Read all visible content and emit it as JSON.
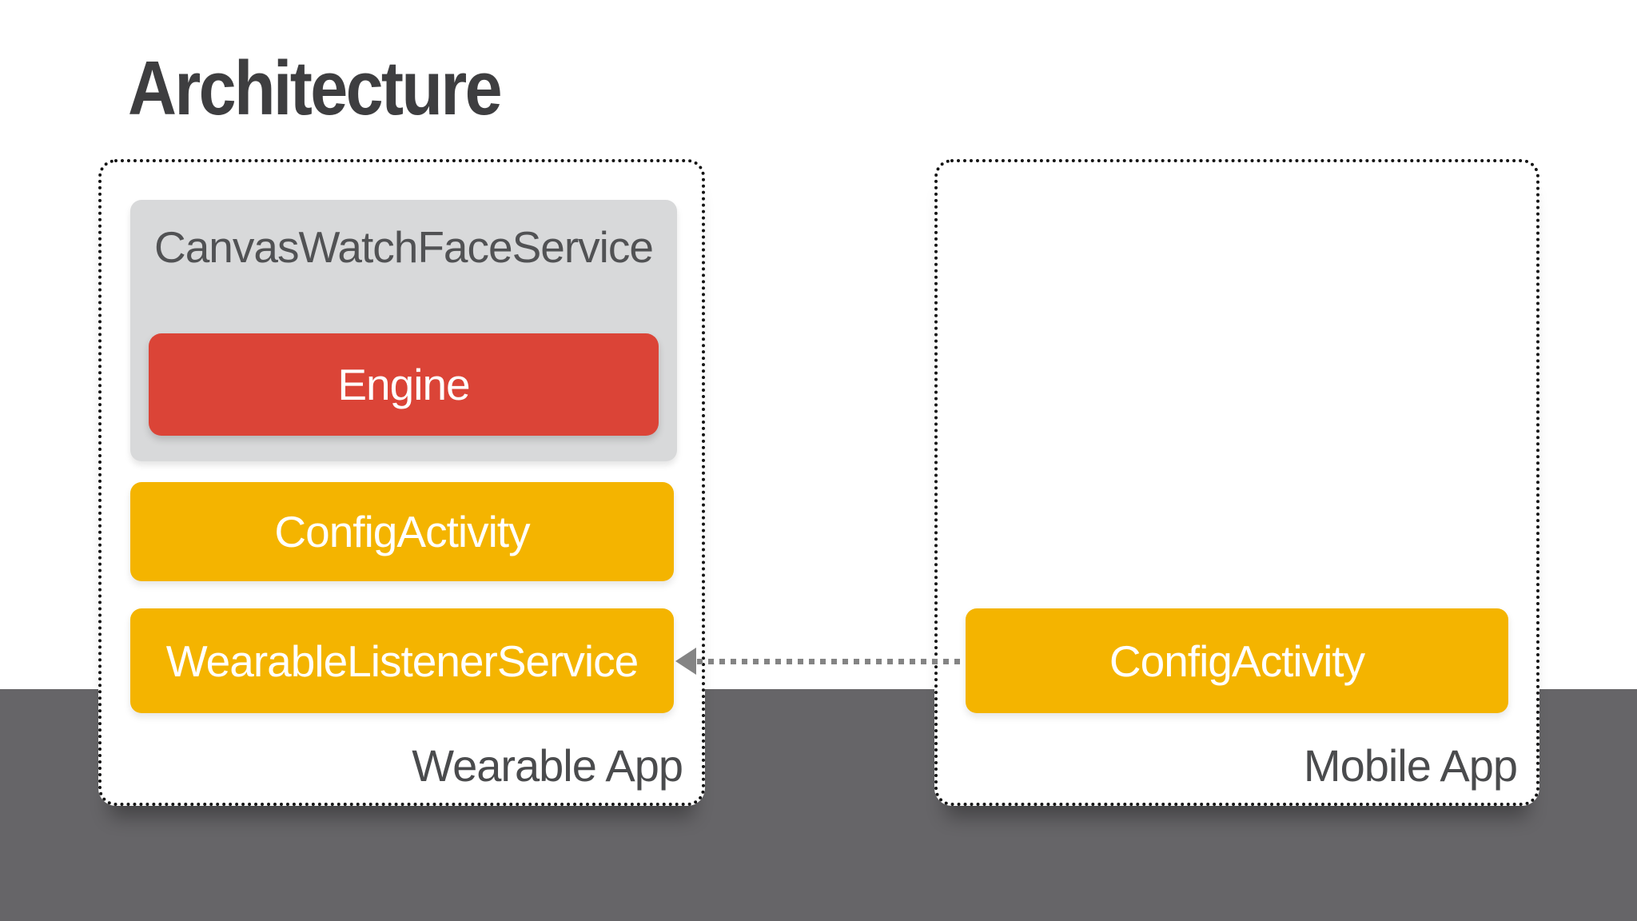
{
  "title": "Architecture",
  "wearable": {
    "app_label": "Wearable App",
    "service_label": "CanvasWatchFaceService",
    "engine_label": "Engine",
    "config_label": "ConfigActivity",
    "listener_label": "WearableListenerService"
  },
  "mobile": {
    "app_label": "Mobile App",
    "config_label": "ConfigActivity"
  },
  "connection": {
    "style": "dashed-arrow",
    "from": "ConfigActivity (Mobile App)",
    "to": "WearableListenerService (Wearable App)",
    "direction": "right-to-left"
  },
  "colors": {
    "accent-red": "#DB4437",
    "accent-yellow": "#F4B400",
    "container-gray": "#D8D9DA",
    "band-gray": "#666568",
    "title-text": "#3E3E40",
    "muted-text": "#515254",
    "label-text": "#4A4B4D",
    "border-black": "#141414",
    "arrow-gray": "#848484"
  }
}
